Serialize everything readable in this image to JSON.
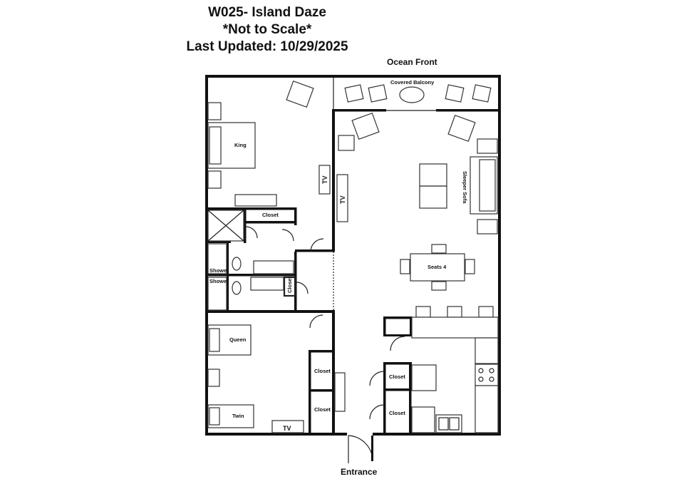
{
  "header": {
    "title": "W025- Island Daze",
    "note": "*Not to Scale*",
    "updated": "Last Updated: 10/29/2025"
  },
  "orientation": {
    "top": "Ocean Front",
    "bottom": "Entrance"
  },
  "rooms": {
    "balcony": "Covered Balcony",
    "king": "King",
    "queen": "Queen",
    "twin": "Twin",
    "sleeper_sofa": "Sleeper Sofa",
    "dining": "Seats 4",
    "shower_1": "Shower",
    "shower_2": "Shower"
  },
  "tv_labels": {
    "king_room": "TV",
    "living": "TV",
    "guest_room": "TV"
  },
  "closets": {
    "master_bath": "Closet",
    "hall": "Closet",
    "guest_1": "Closet",
    "guest_2": "Closet",
    "kitchen_1": "Closet",
    "kitchen_2": "Closet"
  }
}
